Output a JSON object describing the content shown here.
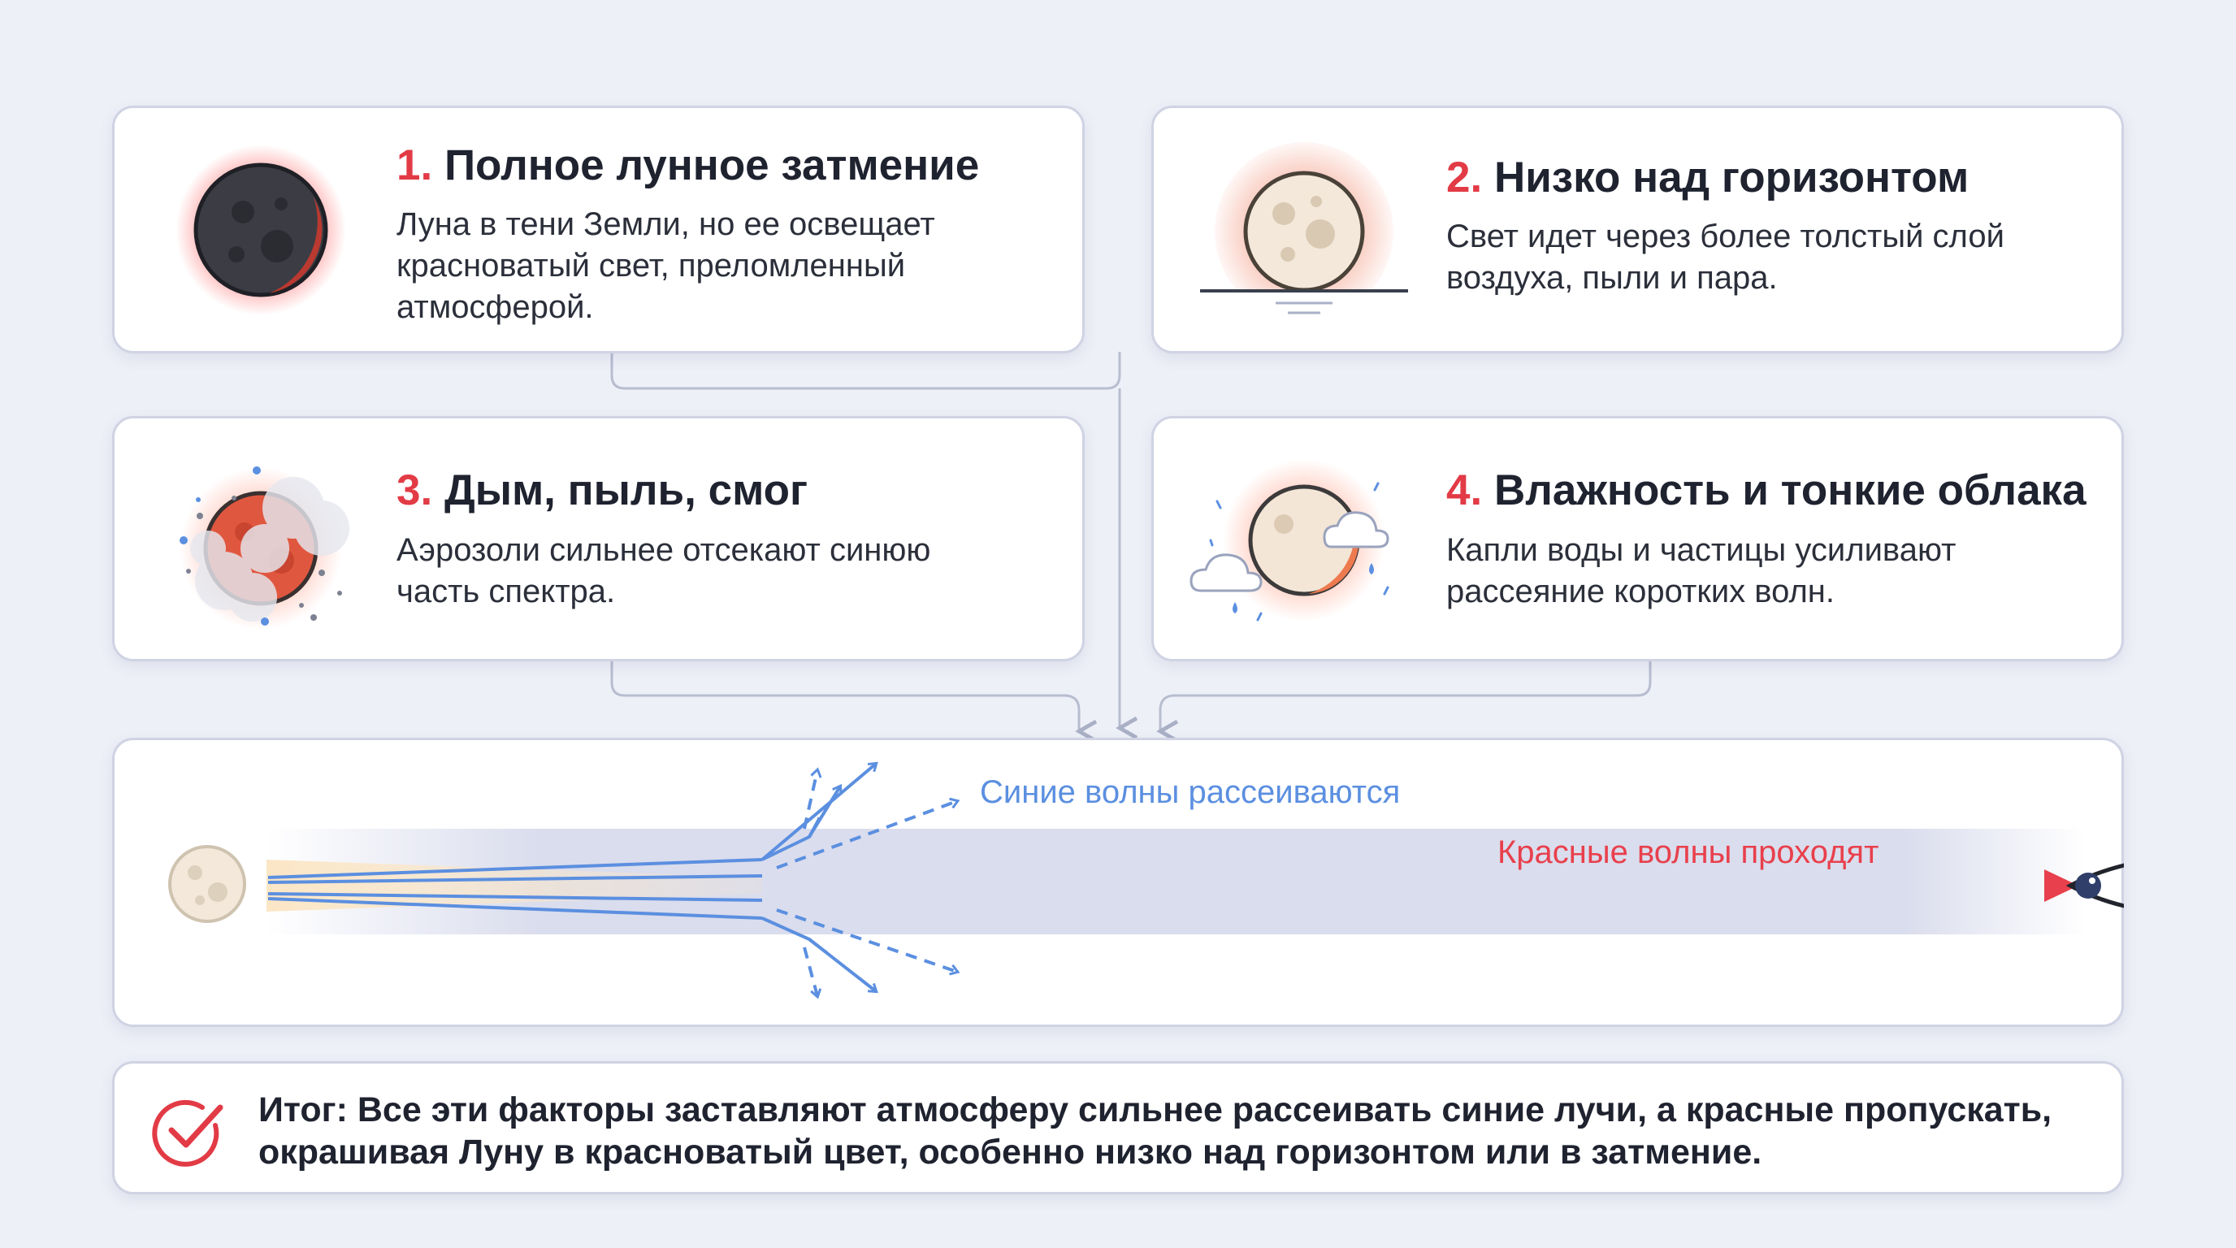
{
  "cards": [
    {
      "number": "1.",
      "title": "Полное лунное затмение",
      "description": "Луна в тени Земли, но ее освещает красноватый свет, преломленный атмосферой.",
      "icon": "eclipsed-moon-icon"
    },
    {
      "number": "2.",
      "title": "Низко над горизонтом",
      "description": "Свет идет через более толстый слой воздуха, пыли и пара.",
      "icon": "moon-on-horizon-icon"
    },
    {
      "number": "3.",
      "title": "Дым, пыль, смог",
      "description": "Аэрозоли сильнее отсекают синюю часть спектра.",
      "icon": "moon-in-smoke-icon"
    },
    {
      "number": "4.",
      "title": "Влажность и тонкие облака",
      "description": "Капли воды и частицы усиливают рассеяние коротких волн.",
      "icon": "moon-with-clouds-icon"
    }
  ],
  "scattering": {
    "blue_label": "Синие волны рассеиваются",
    "red_label": "Красные волны проходят",
    "colors": {
      "blue": "#5b8fe0",
      "red": "#e8404c",
      "orange": "#f0a878"
    },
    "source_icon": "moon-icon",
    "observer_icon": "eye-icon"
  },
  "summary": {
    "lead": "Итог:",
    "text": "Все эти факторы заставляют атмосферу сильнее рассеивать синие лучи, а красные пропускать, окрашивая Луну в красноватый цвет, особенно низко над горизонтом или в затмение.",
    "icon": "checkmark-circle-icon"
  },
  "colors": {
    "accent": "#e23b46",
    "background": "#eef0f8",
    "card_border": "#cfd3e3"
  }
}
